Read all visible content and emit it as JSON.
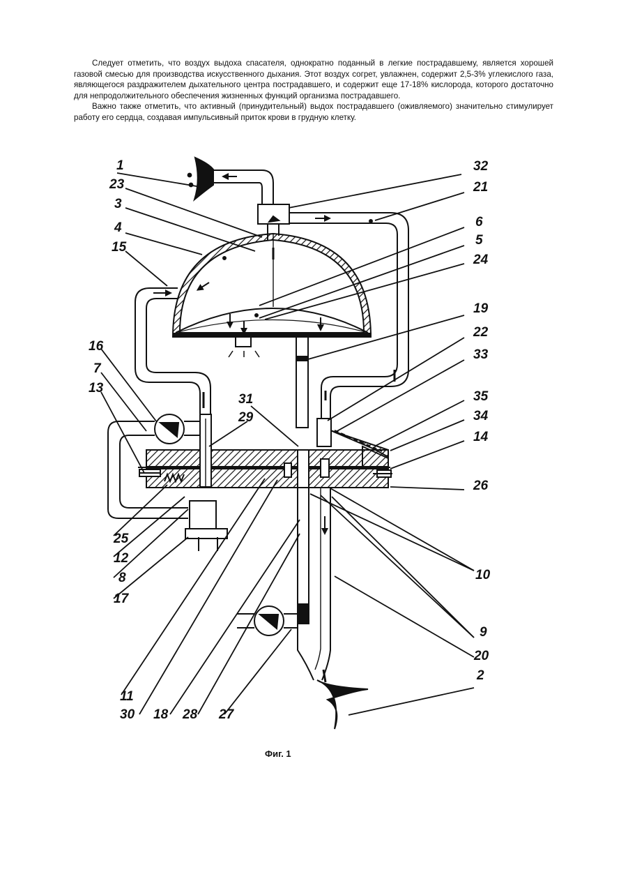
{
  "paragraphs": [
    "Следует отметить, что воздух выдоха спасателя, однократно поданный в легкие пострадавшему, является хорошей газовой смесью для производства искусственного дыхания. Этот воздух согрет, увлажнен, содержит 2,5-3% углекислого газа, являющегося раздражителем дыхательного центра пострадавшего, и содержит еще 17-18% кислорода, которого достаточно для непродолжительного обеспечения жизненных функций организма пострадавшего.",
    "Важно также отметить, что активный (принудительный) выдох пострадавшего (оживляемого) значительно стимулирует работу его сердца, создавая импульсивный приток крови в грудную клетку."
  ],
  "figure": {
    "caption": "Фиг. 1",
    "labels": {
      "l1": "1",
      "l23": "23",
      "l3": "3",
      "l4": "4",
      "l15": "15",
      "l32": "32",
      "l21": "21",
      "l6": "6",
      "l5": "5",
      "l24": "24",
      "l19": "19",
      "l22": "22",
      "l33": "33",
      "l16": "16",
      "l7": "7",
      "l13": "13",
      "l31": "31",
      "l29": "29",
      "l35": "35",
      "l34": "34",
      "l14": "14",
      "l26": "26",
      "l25": "25",
      "l12": "12",
      "l8": "8",
      "l17": "17",
      "l10": "10",
      "l9": "9",
      "l20": "20",
      "l2": "2",
      "l11": "11",
      "l30": "30",
      "l18": "18",
      "l28": "28",
      "l27": "27"
    }
  }
}
